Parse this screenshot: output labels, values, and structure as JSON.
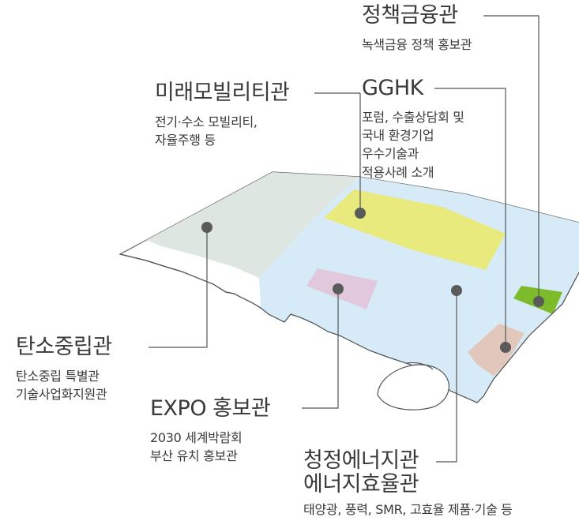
{
  "zones": {
    "policy_finance": {
      "title": "정책금융관",
      "desc": [
        "녹색금융 정책 홍보관"
      ],
      "color": "#7dbb2a"
    },
    "future_mobility": {
      "title": "미래모빌리티관",
      "desc": [
        "전기·수소 모빌리티,",
        "자율주행 등"
      ],
      "color": "#dde6e0"
    },
    "gghk": {
      "title": "GGHK",
      "desc": [
        "포럼, 수출상담회 및",
        "국내 환경기업",
        "우수기술과",
        "적용사례 소개"
      ],
      "color": "#e8ea7e"
    },
    "carbon_neutral": {
      "title": "탄소중립관",
      "desc": [
        "탄소중립 특별관",
        "기술사업화지원관"
      ],
      "color": "#dde6e0"
    },
    "expo": {
      "title": "EXPO 홍보관",
      "desc": [
        "2030 세계박람회",
        "부산 유치 홍보관"
      ],
      "color": "#e2c8dc"
    },
    "clean_energy": {
      "title": "청정에너지관",
      "title2": "에너지효율관",
      "desc": [
        "태양광, 풍력, SMR, 고효율 제품·기술 등"
      ],
      "color": "#d6ebf7"
    },
    "lounge": {
      "color": "#e2c8bc"
    }
  },
  "colors": {
    "leader_line": "#555555",
    "marker": "#5a5a5a",
    "outline": "#555555"
  }
}
